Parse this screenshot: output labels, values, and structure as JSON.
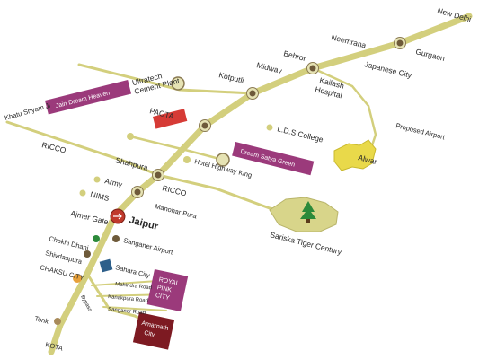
{
  "map": {
    "places": {
      "new_delhi": "New Delhi",
      "neemrana": "Neemrana",
      "gurgaon": "Gurgaon",
      "behror": "Behror",
      "midway": "Midway",
      "kailash_hospital": "Kailash Hospital",
      "japanese_city": "Japanese City",
      "kotputli": "Kotputli",
      "ultratech_cement_plant": "Ultratech Cement Plant",
      "paota": "PAOTA",
      "lds_college": "L.D.S College",
      "proposed_airport": "Proposed Airport",
      "alwar": "Alwar",
      "khatu_shyam_ji": "Khatu Shyam Ji",
      "ricco_west": "RICCO",
      "shahpura": "Shahpura",
      "hotel_highway_king": "Hotel Highway King",
      "army": "Army",
      "nims": "NIMS",
      "ricco": "RICCO",
      "manohar_pura": "Manohar Pura",
      "sariska_tiger_century": "Sariska Tiger Century",
      "ajmer_gate": "Ajmer Gate",
      "jaipur": "Jaipur",
      "chokhi_dhani": "Chokhi Dhani",
      "sanganer_airport": "Sanganer Airport",
      "shivdaspura": "Shivdaspura",
      "sahara_city": "Sahara City",
      "chaksu_city": "CHAKSU CITY",
      "mahindra_road": "Mahindra Road",
      "kanakpura_road": "Kanakpura Road",
      "sanganer_road": "Sanganer Road",
      "tonk": "Tonk",
      "kota": "KOTA",
      "bypass": "Bypass"
    },
    "boxes": {
      "jain_dream_heaven": "Jain Dream Heaven",
      "dream_satya_green": "Dream Satya Green",
      "royal_pink_city_1": "ROYAL",
      "royal_pink_city_2": "PINK",
      "royal_pink_city_3": "CITY",
      "amarnath_city_1": "Amarnath",
      "amarnath_city_2": "City"
    },
    "colors": {
      "road": "#d3cf7d",
      "node": "#6e5a3a",
      "node_ring": "#e6e3b4",
      "purple": "#9b3a7b",
      "red": "#d63b36",
      "maroon": "#7d1a22",
      "alwar_fill": "#e9d94a",
      "sariska_fill": "#d8d58a",
      "tree": "#2c8a3a",
      "blue": "#2d5f8a"
    }
  }
}
